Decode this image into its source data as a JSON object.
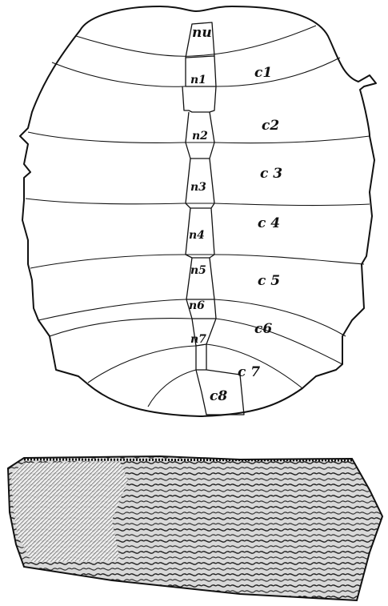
{
  "carapace": {
    "labels": {
      "nu": "nu",
      "n1": "n1",
      "n2": "n2",
      "n3": "n3",
      "n4": "n4",
      "n5": "n5",
      "n6": "n6",
      "n7": "n7",
      "c1": "c1",
      "c2": "c2",
      "c3": "c 3",
      "c4": "c 4",
      "c5": "c 5",
      "c6": "c6",
      "c7": "c 7",
      "c8": "c8"
    }
  },
  "colors": {
    "ink": "#111111",
    "paper": "#ffffff",
    "engraving": "#3a3a3a"
  }
}
